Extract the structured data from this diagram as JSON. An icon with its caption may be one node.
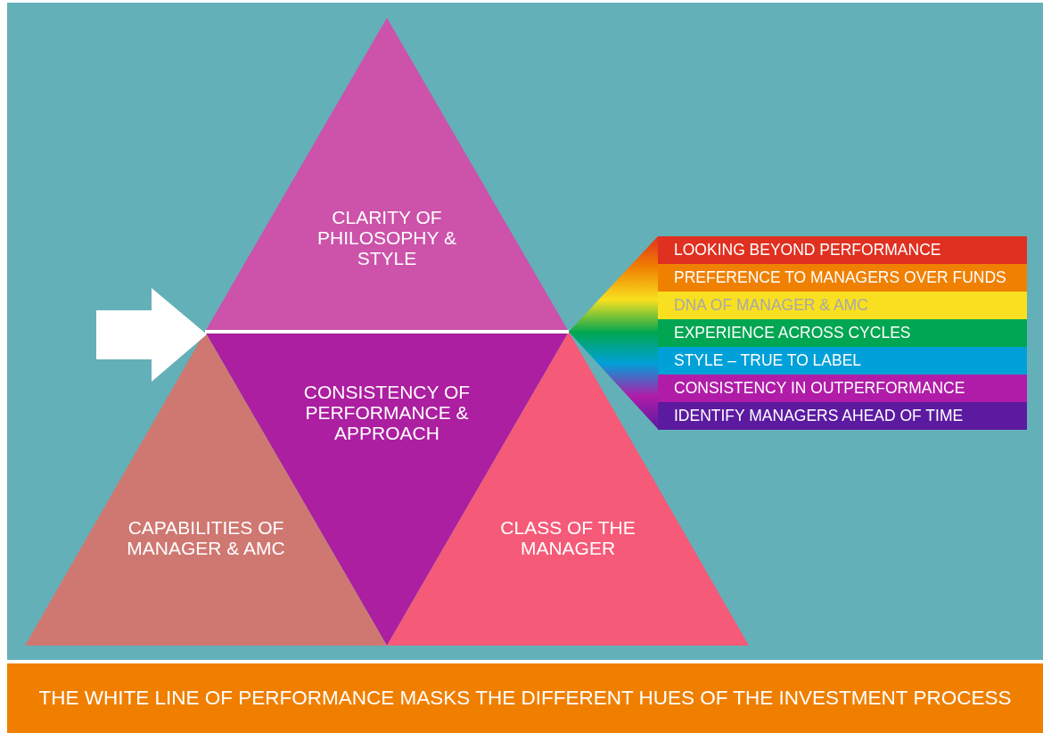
{
  "diagram": {
    "caption": "THE WHITE LINE OF PERFORMANCE MASKS THE DIFFERENT HUES OF THE INVESTMENT PROCESS",
    "nodes": [
      {
        "text": [
          "CLARITY OF PHILOSOPHY & STYLE"
        ]
      },
      {
        "text": [
          "CONSISTENCY OF PERFORMANCE & APPROACH"
        ]
      },
      {
        "text": [
          "CAPABILITIES OF MANAGER & AMC"
        ]
      },
      {
        "text": [
          "CLASS OF THE MANAGER"
        ]
      },
      {
        "text": [
          "LOOKING BEYOND PERFORMANCE"
        ]
      },
      {
        "text": [
          "PREFERENCE TO MANAGERS OVER FUNDS"
        ]
      },
      {
        "text": [
          "DNA OF MANAGER & AMC"
        ]
      },
      {
        "text": [
          "EXPERIENCE ACROSS CYCLES"
        ]
      },
      {
        "text": [
          "STYLE – TRUE TO LABEL"
        ]
      },
      {
        "text": [
          "CONSISTENCY IN OUTPERFORMANCE"
        ]
      },
      {
        "text": [
          "IDENTIFY MANAGERS AHEAD OF TIME"
        ]
      },
      {
        "text": [],
        "shape": "triangle"
      }
    ],
    "edges": [
      {
        "from": null,
        "to": 1,
        "arrow": "to"
      }
    ]
  }
}
